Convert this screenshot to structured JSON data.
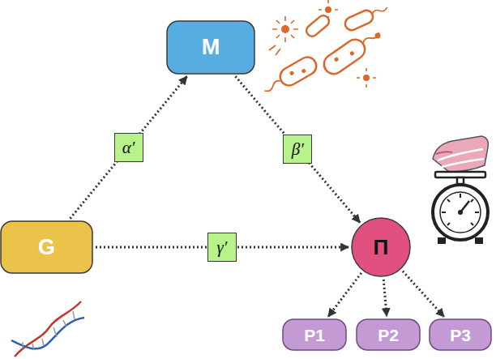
{
  "diagram": {
    "nodes": [
      {
        "text": [
          "M"
        ]
      },
      {
        "text": [
          "G"
        ]
      },
      {
        "text": [
          "Π"
        ]
      },
      {
        "text": [
          "P1"
        ]
      },
      {
        "text": [
          "P2"
        ]
      },
      {
        "text": [
          "P3"
        ]
      }
    ],
    "edges": [
      {
        "from": 1,
        "to": 0,
        "arrow": "to",
        "label": "α′"
      },
      {
        "from": 0,
        "to": 2,
        "arrow": "to",
        "label": "β′"
      },
      {
        "from": 1,
        "to": 2,
        "arrow": "to",
        "label": "γ′"
      },
      {
        "from": 2,
        "to": 3,
        "arrow": "to"
      },
      {
        "from": 2,
        "to": 4,
        "arrow": "to"
      },
      {
        "from": 2,
        "to": 5,
        "arrow": "to"
      }
    ]
  }
}
